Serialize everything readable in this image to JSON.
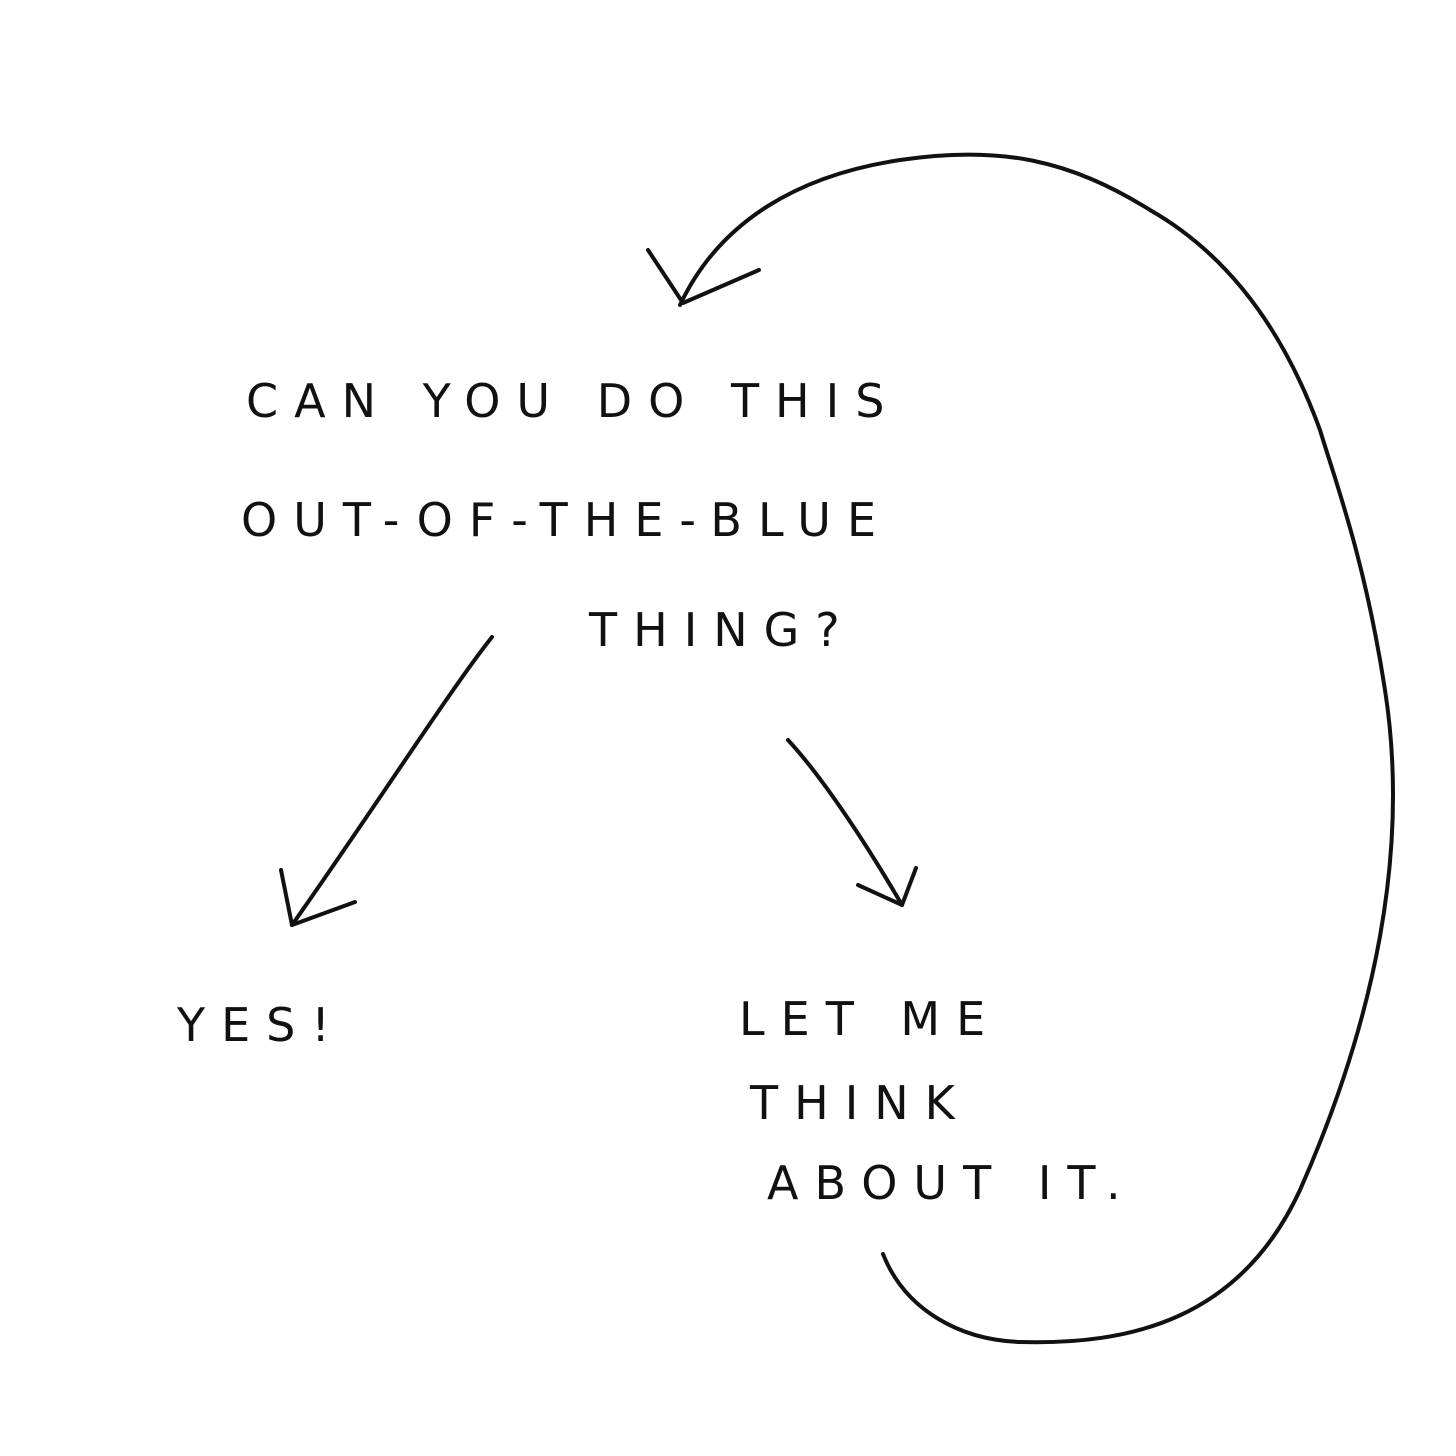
{
  "diagram": {
    "question": {
      "line1": "CAN YOU DO THIS",
      "line2": "OUT-OF-THE-BLUE",
      "line3": "THING?"
    },
    "answer_yes": "YES!",
    "answer_think": {
      "line1": "LET ME",
      "line2": "THINK",
      "line3": "ABOUT IT."
    }
  },
  "style": {
    "ink_color": "#111111",
    "paper_color": "#ffffff"
  }
}
